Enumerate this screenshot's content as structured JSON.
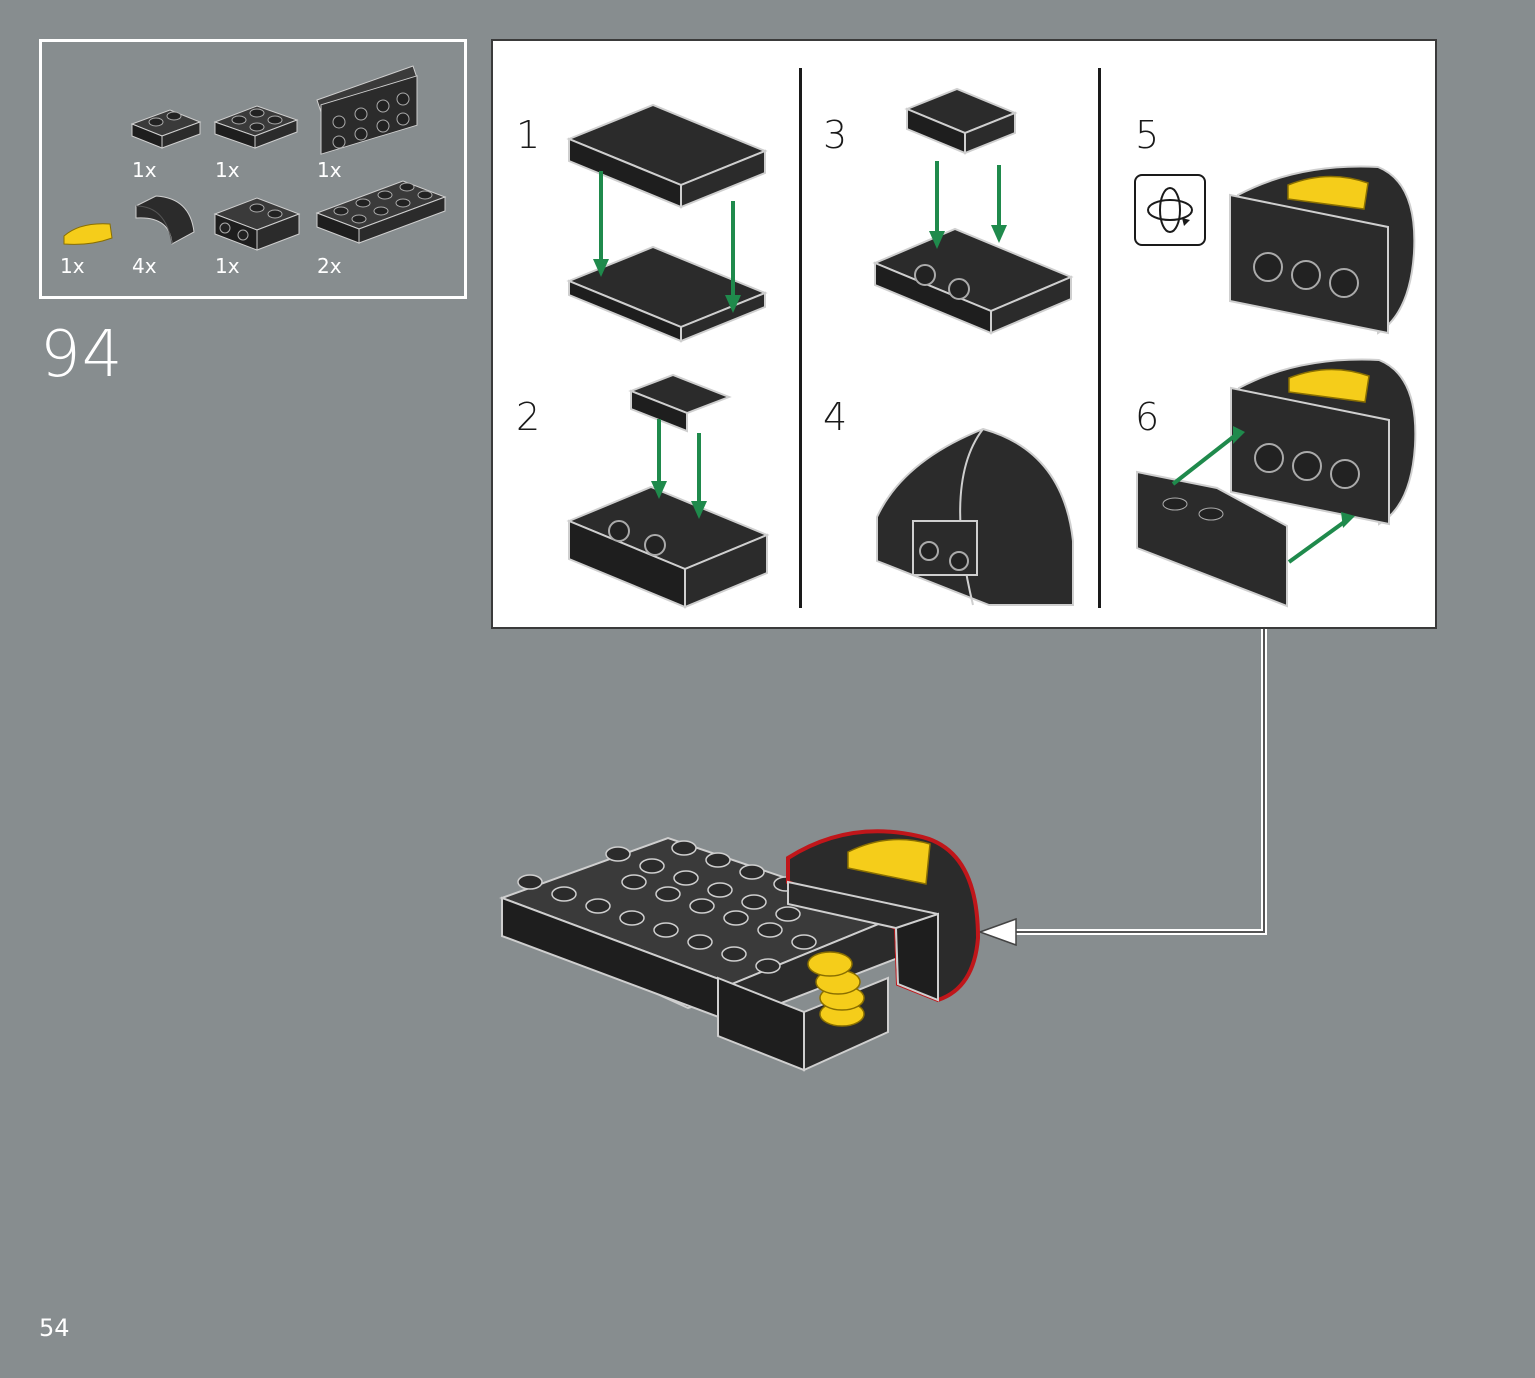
{
  "step": {
    "number": "94"
  },
  "page": {
    "number": "54"
  },
  "parts": [
    {
      "qty": "1x",
      "color": "#2b2b2b",
      "part": "plate-1x2"
    },
    {
      "qty": "1x",
      "color": "#2b2b2b",
      "part": "plate-2x2"
    },
    {
      "qty": "1x",
      "color": "#2b2b2b",
      "part": "bracket-2x4"
    },
    {
      "qty": "1x",
      "color": "#f5cd1a",
      "part": "round-tile-half"
    },
    {
      "qty": "4x",
      "color": "#2b2b2b",
      "part": "curved-slope"
    },
    {
      "qty": "1x",
      "color": "#2b2b2b",
      "part": "brick-with-studs-on-side"
    },
    {
      "qty": "2x",
      "color": "#2b2b2b",
      "part": "plate-2x4"
    }
  ],
  "substeps": [
    {
      "label": "1"
    },
    {
      "label": "2"
    },
    {
      "label": "3"
    },
    {
      "label": "4"
    },
    {
      "label": "5"
    },
    {
      "label": "6"
    }
  ],
  "colors": {
    "background": "#878d8f",
    "arrow_green": "#1f8a4c",
    "highlight_red": "#c0161a",
    "brick_black": "#2b2b2b",
    "yellow": "#f5cd1a"
  },
  "icons": {
    "rotate": "rotate-model-icon"
  }
}
